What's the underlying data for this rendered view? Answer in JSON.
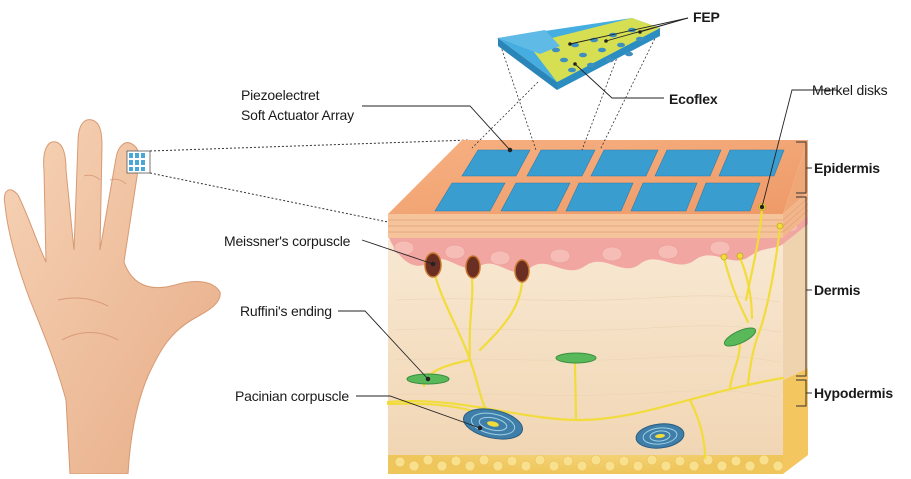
{
  "labels": {
    "fep": "FEP",
    "ecoflex": "Ecoflex",
    "actuator_line1": "Piezoelectret",
    "actuator_line2": "Soft Actuator Array",
    "merkel": "Merkel disks",
    "meissner": "Meissner's corpuscle",
    "ruffini": "Ruffini's ending",
    "pacinian": "Pacinian corpuscle"
  },
  "layers": {
    "epidermis": "Epidermis",
    "dermis": "Dermis",
    "hypodermis": "Hypodermis"
  },
  "colors": {
    "skin_surface": "#f2a070",
    "epidermis_side": "#f6c49a",
    "dermis": "#f6e2c6",
    "hypodermis": "#f7d27a",
    "papillae": "#f2a6a2",
    "actuator": "#3aa0d2",
    "nerve": "#f1dc3c",
    "receptor_green": "#59b85a",
    "pacinian_blue": "#3e7ea8",
    "hand": "#f0c4a2"
  },
  "array": {
    "rows": 2,
    "columns": 5
  }
}
